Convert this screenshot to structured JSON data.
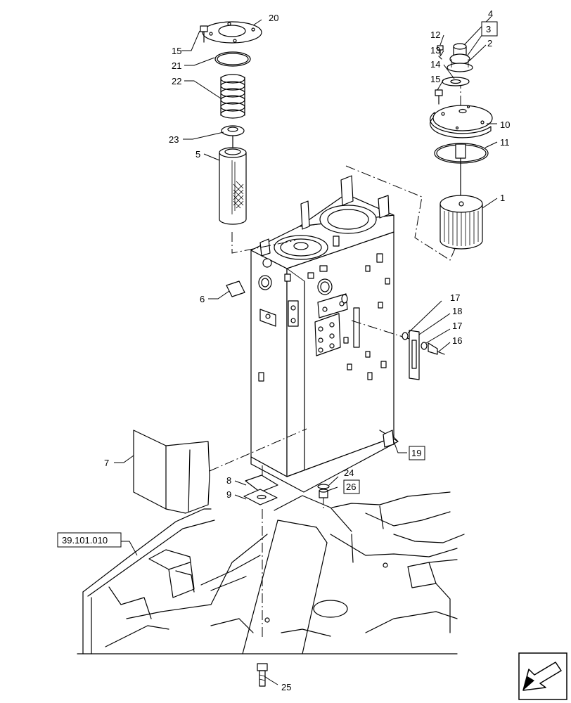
{
  "labels": {
    "l1": "1",
    "l2": "2",
    "l3": "3",
    "l4": "4",
    "l5": "5",
    "l6": "6",
    "l7": "7",
    "l8": "8",
    "l9": "9",
    "l10": "10",
    "l11": "11",
    "l12": "12",
    "l13": "13",
    "l14": "14",
    "l15a": "15",
    "l15b": "15",
    "l16": "16",
    "l17a": "17",
    "l17b": "17",
    "l18": "18",
    "l19": "19",
    "l20": "20",
    "l21": "21",
    "l22": "22",
    "l23": "23",
    "l24": "24",
    "l25": "25",
    "l26": "26",
    "ref": "39.101.010"
  },
  "icons": {
    "corner": "direction-arrow-icon"
  }
}
